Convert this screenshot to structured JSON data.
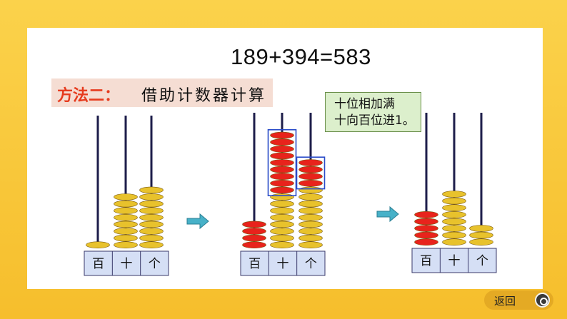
{
  "equation": "189+394=583",
  "method": {
    "label": "方法二：",
    "text": "借助计数器计算"
  },
  "note": {
    "line1": "十位相加满",
    "line2": "十向百位进1。"
  },
  "place_labels": [
    "百",
    "十",
    "个"
  ],
  "abaci": [
    {
      "name": "start",
      "beads": [
        {
          "count": 1,
          "color": "gold"
        },
        {
          "count": 8,
          "color": "gold"
        },
        {
          "count": 9,
          "color": "gold"
        }
      ]
    },
    {
      "name": "combined",
      "beads": [
        {
          "count": 4,
          "color": "red"
        },
        {
          "count": 17,
          "color": "mixed",
          "red": 9
        },
        {
          "count": 13,
          "color": "mixed",
          "red": 4
        }
      ]
    },
    {
      "name": "result",
      "beads": [
        {
          "count": 5,
          "color": "red"
        },
        {
          "count": 8,
          "color": "gold"
        },
        {
          "count": 3,
          "color": "gold"
        }
      ]
    }
  ],
  "colors": {
    "gold": "#e8c22c",
    "red": "#e8231c",
    "box": "#2a4cc8",
    "arrow": "#47b1c8"
  },
  "back": {
    "label": "返回"
  }
}
